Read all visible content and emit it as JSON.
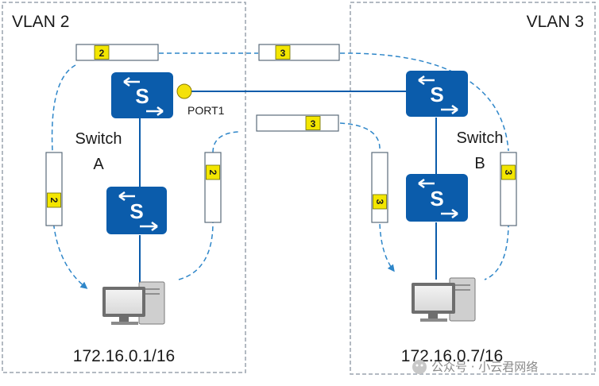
{
  "vlans": {
    "left": {
      "label": "VLAN 2"
    },
    "right": {
      "label": "VLAN 3"
    }
  },
  "switches": {
    "a": {
      "line1": "Switch",
      "line2": "A"
    },
    "b": {
      "line1": "Switch",
      "line2": "B"
    }
  },
  "port_label": "PORT1",
  "hosts": {
    "left": {
      "ip": "172.16.0.1/16"
    },
    "right": {
      "ip": "172.16.0.7/16"
    }
  },
  "frame_tags": {
    "vlan2": "2",
    "vlan3": "3"
  },
  "watermark": "公众号 · 小云君网络",
  "colors": {
    "switch_fill": "#0b5cab",
    "link": "#0b5cab",
    "dashed_flow": "#2e86c9",
    "box_border": "#9aa3ad",
    "tag_fill": "#f3e600",
    "port_dot": "#f4e10a"
  }
}
